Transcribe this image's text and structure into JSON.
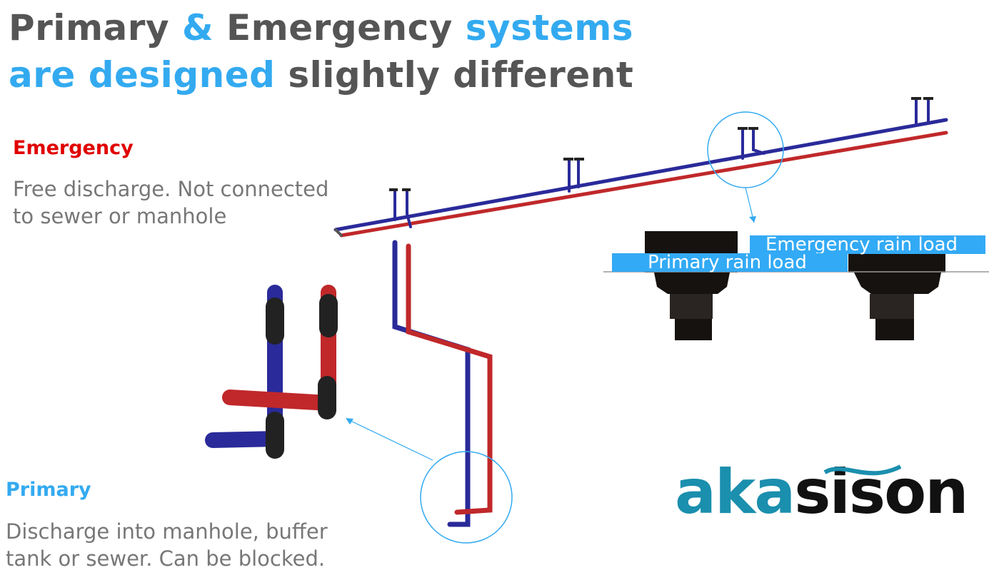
{
  "title": {
    "part1": "Primary",
    "amp": "&",
    "part2": "Emergency",
    "part3": "systems",
    "part4": "are designed",
    "part5": "slightly different"
  },
  "emergency": {
    "heading": "Emergency",
    "line1": "Free discharge. Not connected",
    "line2": "to sewer or manhole"
  },
  "primary": {
    "heading": "Primary",
    "line1": "Discharge into manhole, buffer",
    "line2": "tank or sewer. Can be blocked."
  },
  "detail": {
    "emergency_label": "Emergency rain load",
    "primary_label": "Primary rain load"
  },
  "logo": {
    "part1": "aka",
    "part2": "sison"
  },
  "colors": {
    "accent": "#33aaf0",
    "emergency": "#e00000",
    "logo_teal": "#1b8fae",
    "pipe_blue": "#2a2a9a",
    "pipe_red": "#c0282a"
  }
}
